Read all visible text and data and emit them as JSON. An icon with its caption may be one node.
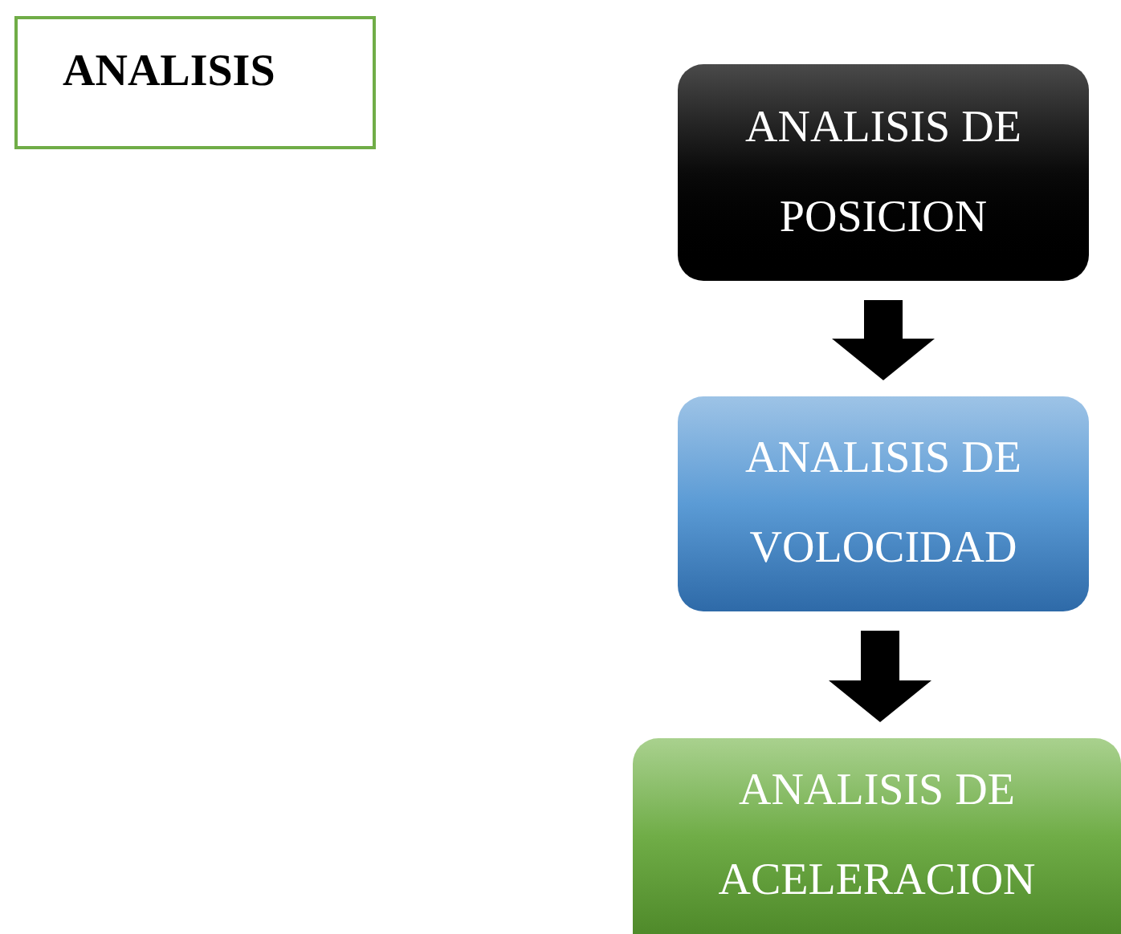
{
  "diagram": {
    "nodes": [
      {
        "text": [
          "ANALISIS"
        ]
      },
      {
        "text": [
          "ANALISIS DE POSICION"
        ]
      },
      {
        "text": [
          "ANALISIS DE VOLOCIDAD"
        ]
      },
      {
        "text": [
          "ANALISIS DE ACELERACION"
        ]
      }
    ],
    "edges": [
      {
        "from": 1,
        "to": 2,
        "arrow": "to"
      },
      {
        "from": 2,
        "to": 3,
        "arrow": "to"
      }
    ]
  }
}
